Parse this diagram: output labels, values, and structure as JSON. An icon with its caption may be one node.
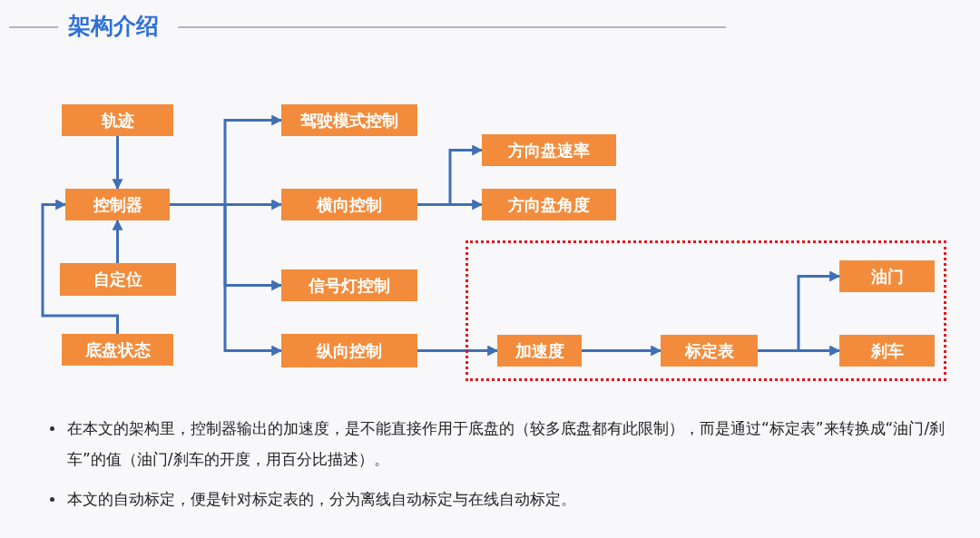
{
  "diagram": {
    "title": "架构介绍",
    "nodes": [
      {
        "text": [
          "轨迹"
        ]
      },
      {
        "text": [
          "控制器"
        ]
      },
      {
        "text": [
          "自定位"
        ]
      },
      {
        "text": [
          "底盘状态"
        ]
      },
      {
        "text": [
          "驾驶模式控制"
        ]
      },
      {
        "text": [
          "横向控制"
        ]
      },
      {
        "text": [
          "信号灯控制"
        ]
      },
      {
        "text": [
          "纵向控制"
        ]
      },
      {
        "text": [
          "方向盘速率"
        ]
      },
      {
        "text": [
          "方向盘角度"
        ]
      },
      {
        "text": [],
        "shape": "box"
      },
      {
        "text": [
          "加速度"
        ],
        "in": 10
      },
      {
        "text": [
          "标定表"
        ],
        "in": 10
      },
      {
        "text": [
          "油门"
        ],
        "in": 10
      },
      {
        "text": [
          "刹车"
        ],
        "in": 10
      }
    ],
    "edges": [
      {
        "from": 0,
        "to": 1,
        "arrow": "to"
      },
      {
        "from": 2,
        "to": 1,
        "arrow": "to"
      },
      {
        "from": 3,
        "to": 1,
        "arrow": "to"
      },
      {
        "from": 1,
        "to": 4,
        "arrow": "to"
      },
      {
        "from": 1,
        "to": 5,
        "arrow": "to"
      },
      {
        "from": 1,
        "to": 6,
        "arrow": "to"
      },
      {
        "from": 1,
        "to": 7,
        "arrow": "to"
      },
      {
        "from": 5,
        "to": 8,
        "arrow": "to"
      },
      {
        "from": 5,
        "to": 9,
        "arrow": "to"
      },
      {
        "from": 7,
        "to": 11,
        "arrow": "to"
      },
      {
        "from": 11,
        "to": 12,
        "arrow": "to"
      },
      {
        "from": 12,
        "to": 13,
        "arrow": "to"
      },
      {
        "from": 12,
        "to": 14,
        "arrow": "to"
      }
    ],
    "labels": [
      "在本文的架构里，控制器输出的加速度，是不能直接作用于底盘的（较多底盘都有此限制），而是通过“标定表”来转换成“油门/刹车”的值（油门/刹车的开度，用百分比描述）。",
      "本文的自动标定，便是针对标定表的，分为离线自动标定与在线自动标定。"
    ]
  }
}
